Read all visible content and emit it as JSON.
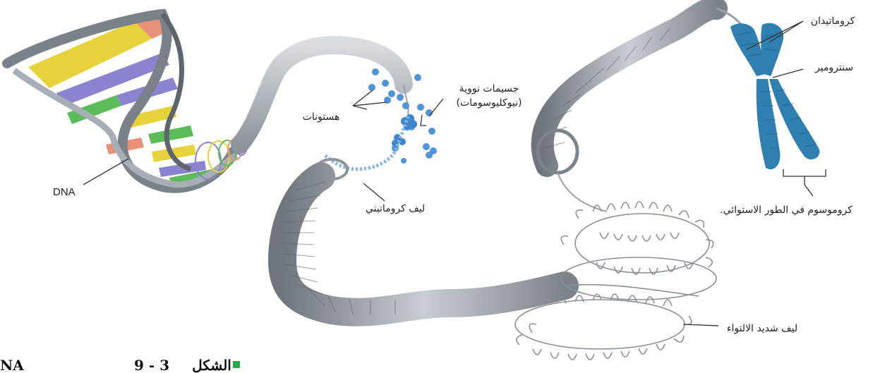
{
  "labels": {
    "dna": "DNA",
    "histones": "هستونات",
    "nucleosomes_line1": "جسيمات نووية",
    "nucleosomes_line2": "(نيوكليوسومات)",
    "chromatin_fiber": "ليف كروماتيني",
    "chromatids": "كروماتيدان",
    "centromere": "سنترومير",
    "metaphase_chromosome": "كروموسوم في الطور الاستوائي.",
    "supercoiled_fiber": "ليف شديد الالتواء"
  },
  "caption": {
    "prefix": "الشكل",
    "figure_number": "9 - 3",
    "tail": "NA"
  },
  "colors": {
    "histone": "#4f95d8",
    "chromosome": "#2f7fb0",
    "fiber": "#9aa0a8",
    "dna_yellow": "#e6d23a",
    "dna_green": "#5cbc5a",
    "dna_purple": "#8a83cf",
    "dna_salmon": "#e79178",
    "caption_marker": "#2ba84a"
  }
}
